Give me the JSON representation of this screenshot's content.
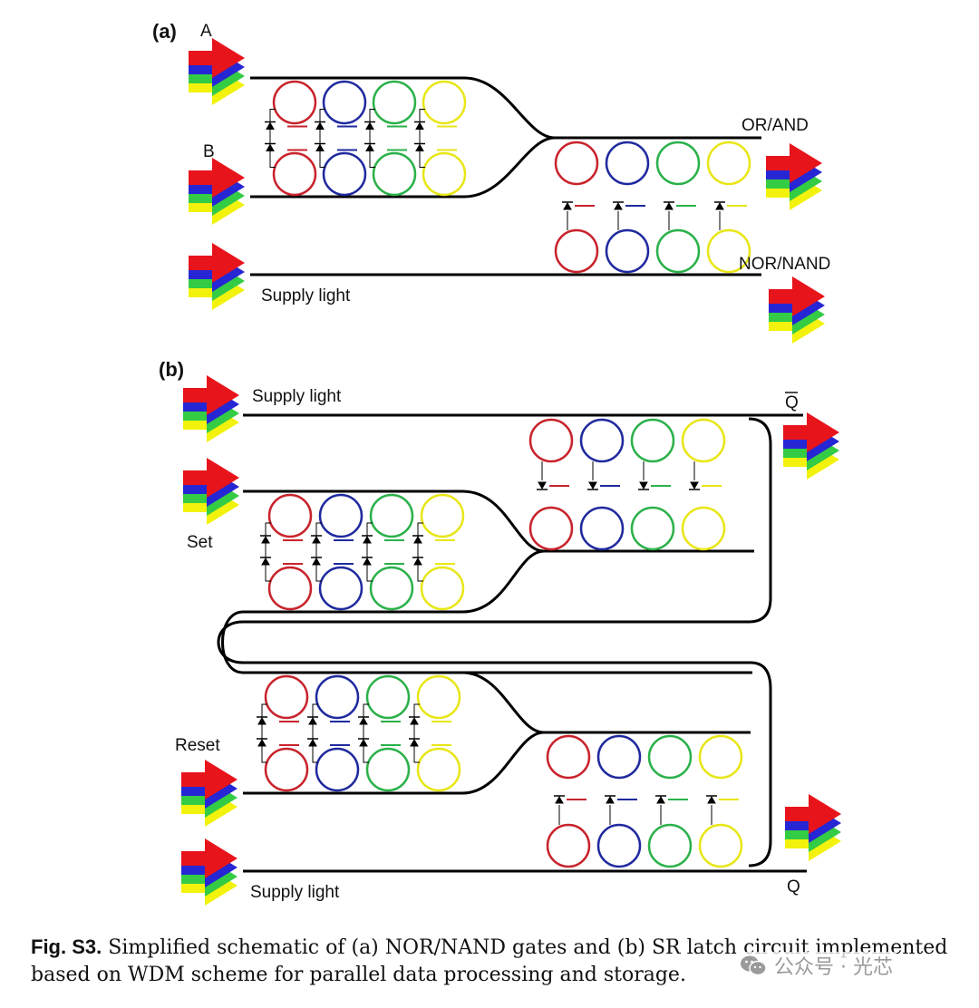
{
  "panel_a": {
    "tag": "(a)",
    "input_a": "A",
    "input_b": "B",
    "out_top": "OR/AND",
    "out_bottom": "NOR/NAND",
    "supply": "Supply light"
  },
  "panel_b": {
    "tag": "(b)",
    "supply_top": "Supply light",
    "set": "Set",
    "reset": "Reset",
    "supply_bottom": "Supply light",
    "q_bar": "Q",
    "q": "Q"
  },
  "colors": {
    "ring_red": "#c8232b",
    "ring_blue": "#1f2a9e",
    "ring_green": "#2bb14a",
    "ring_yellow": "#e8e616",
    "arrow_red": "#e8141c",
    "arrow_blue": "#2626d4",
    "arrow_green": "#33cc44",
    "arrow_yellow": "#f2f20c"
  },
  "caption": {
    "label": "Fig. S3.",
    "text": " Simplified schematic of (a) NOR/NAND gates and (b) SR latch circuit implemented based on WDM scheme for parallel data processing and storage."
  },
  "watermark": {
    "icon": "wechat-icon",
    "text": "公众号 · 光芯"
  }
}
